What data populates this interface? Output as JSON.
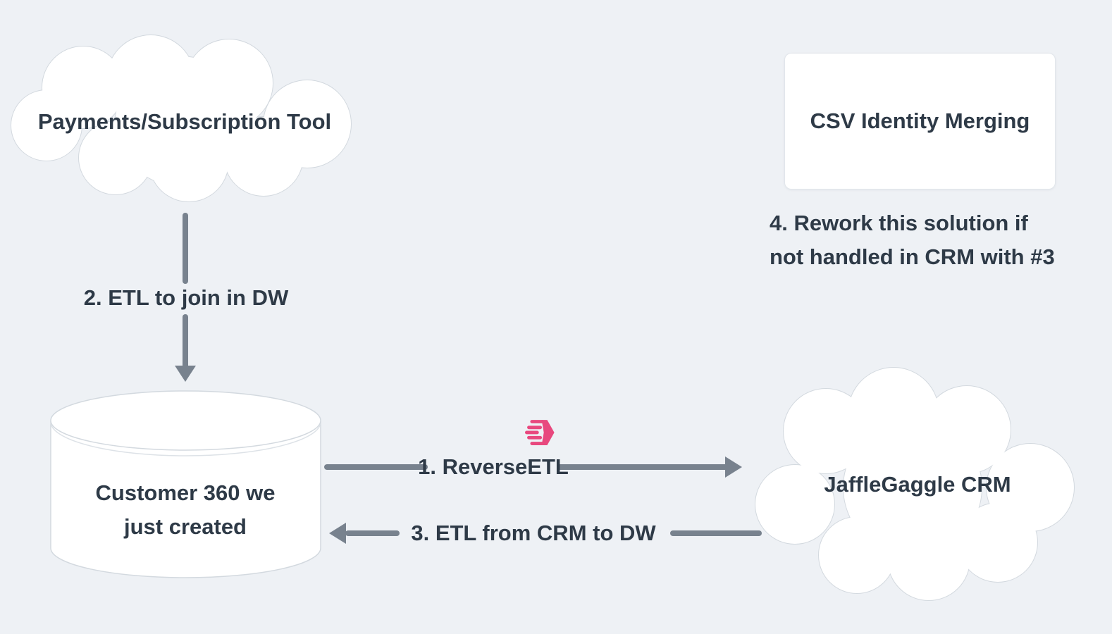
{
  "diagram": {
    "colors": {
      "background": "#eef1f5",
      "node_fill": "#ffffff",
      "node_stroke": "#d3d9df",
      "text": "#2e3a47",
      "arrow": "#78828e",
      "accent_pink": "#e8487e"
    },
    "nodes": {
      "payments": {
        "shape": "cloud",
        "label": "Payments/Subscription Tool"
      },
      "csv_identity": {
        "shape": "rectangle",
        "label": "CSV Identity Merging"
      },
      "customer_360": {
        "shape": "cylinder",
        "label_lines": [
          "Customer 360 we",
          "just created"
        ]
      },
      "jafflegaggle_crm": {
        "shape": "cloud",
        "label": "JaffleGaggle CRM"
      }
    },
    "edges": {
      "reverse_etl": {
        "label": "1. ReverseETL",
        "from": "customer_360",
        "to": "jafflegaggle_crm",
        "icon": "hightouch-icon"
      },
      "etl_to_dw": {
        "label": "2. ETL to join in DW",
        "from": "payments",
        "to": "customer_360"
      },
      "etl_from_crm": {
        "label": "3. ETL from CRM to DW",
        "from": "jafflegaggle_crm",
        "to": "customer_360"
      }
    },
    "notes": {
      "rework": {
        "lines": [
          "4. Rework this solution if",
          "not handled in CRM with #3"
        ]
      }
    }
  }
}
